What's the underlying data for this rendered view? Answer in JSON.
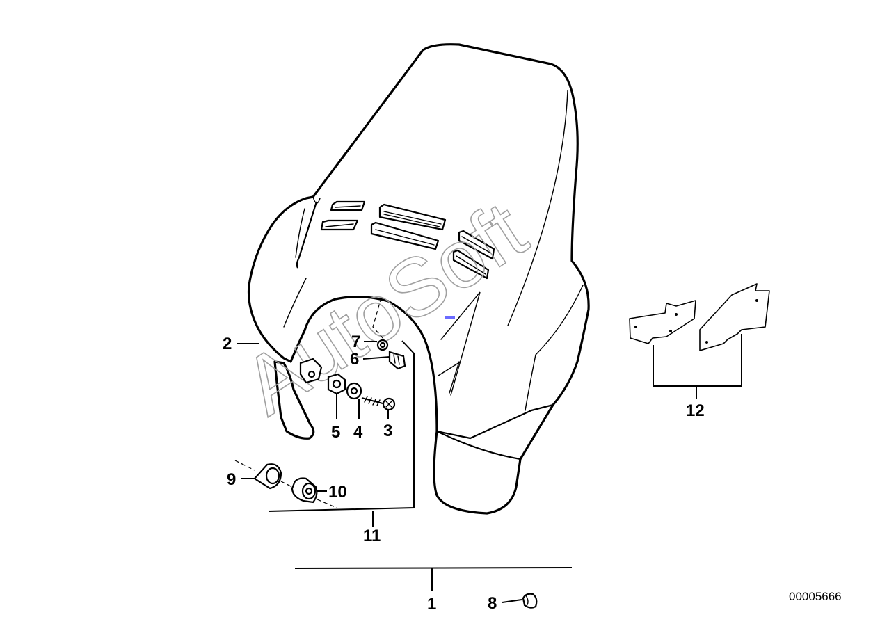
{
  "diagram": {
    "watermark": "AutoSoft",
    "reference_number": "00005666",
    "callouts": [
      {
        "id": "1",
        "label": "1"
      },
      {
        "id": "2",
        "label": "2"
      },
      {
        "id": "3",
        "label": "3"
      },
      {
        "id": "4",
        "label": "4"
      },
      {
        "id": "5",
        "label": "5"
      },
      {
        "id": "6",
        "label": "6"
      },
      {
        "id": "7",
        "label": "7"
      },
      {
        "id": "8",
        "label": "8"
      },
      {
        "id": "9",
        "label": "9"
      },
      {
        "id": "10",
        "label": "10"
      },
      {
        "id": "11",
        "label": "11"
      },
      {
        "id": "12",
        "label": "12"
      }
    ]
  }
}
